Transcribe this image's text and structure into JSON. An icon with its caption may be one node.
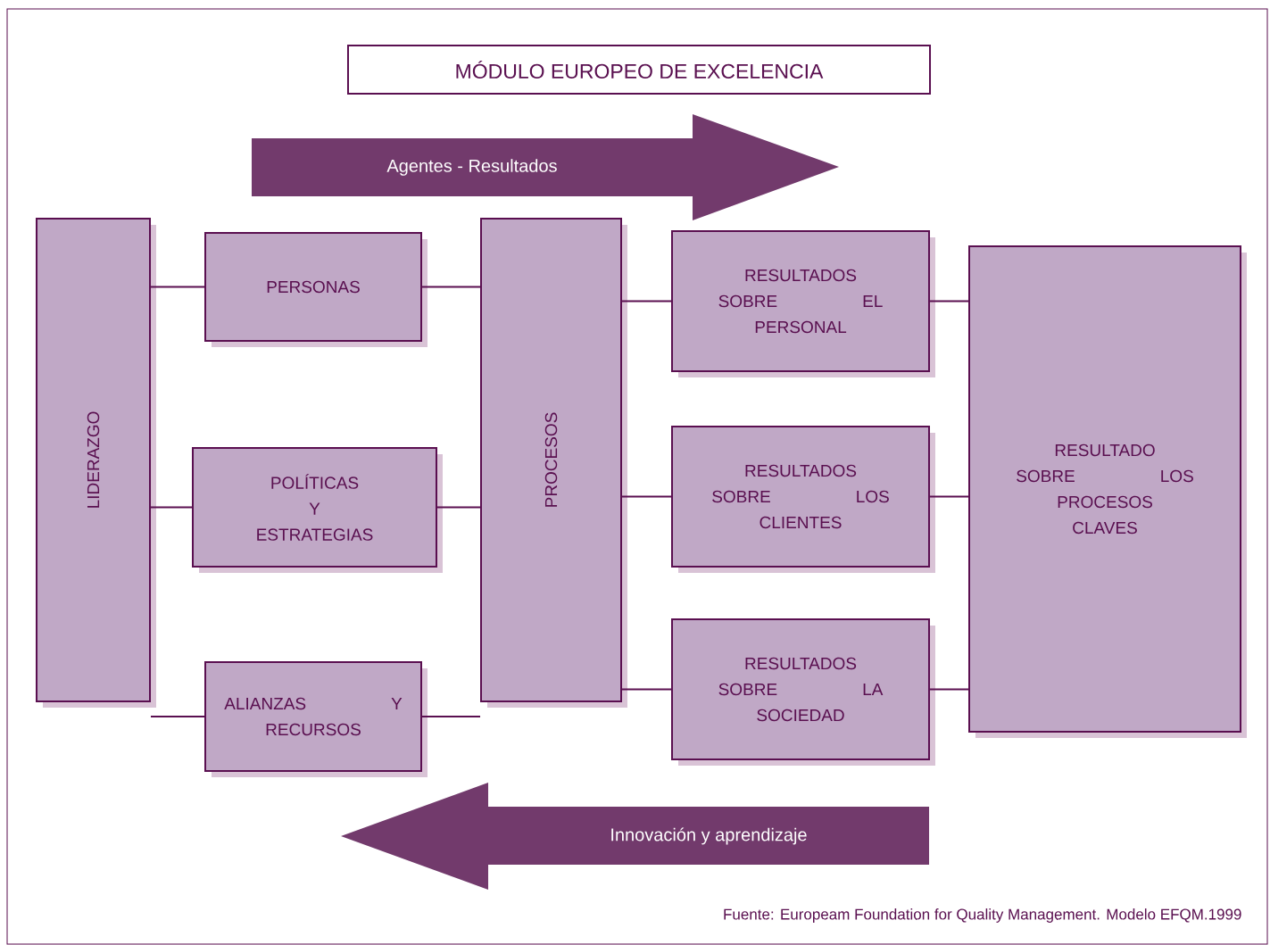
{
  "diagram": {
    "nodes": [
      {
        "text": [
          "MÓDULO EUROPEO DE EXCELENCIA"
        ]
      },
      {
        "text": [
          "Agentes - Resultados"
        ]
      },
      {
        "text": [
          "LIDERAZGO"
        ]
      },
      {
        "text": [
          "PERSONAS"
        ]
      },
      {
        "text": [
          "POLÍTICAS Y ESTRATEGIAS"
        ]
      },
      {
        "text": [
          "ALIANZAS Y RECURSOS"
        ]
      },
      {
        "text": [
          "PROCESOS"
        ]
      },
      {
        "text": [
          "RESULTADOS SOBRE EL PERSONAL"
        ]
      },
      {
        "text": [
          "RESULTADOS SOBRE LOS CLIENTES"
        ]
      },
      {
        "text": [
          "RESULTADOS SOBRE LA SOCIEDAD"
        ]
      },
      {
        "text": [
          "RESULTADO SOBRE LOS PROCESOS CLAVES"
        ]
      },
      {
        "text": [
          "Innovación y aprendizaje"
        ]
      }
    ],
    "edges": [
      {
        "from": 2,
        "to": 3,
        "arrow": "none"
      },
      {
        "from": 2,
        "to": 4,
        "arrow": "none"
      },
      {
        "from": 2,
        "to": 5,
        "arrow": "none"
      },
      {
        "from": 3,
        "to": 6,
        "arrow": "none"
      },
      {
        "from": 4,
        "to": 6,
        "arrow": "none"
      },
      {
        "from": 5,
        "to": 6,
        "arrow": "none"
      },
      {
        "from": 6,
        "to": 7,
        "arrow": "none"
      },
      {
        "from": 6,
        "to": 8,
        "arrow": "none"
      },
      {
        "from": 6,
        "to": 9,
        "arrow": "none"
      },
      {
        "from": 7,
        "to": 10,
        "arrow": "none"
      },
      {
        "from": 8,
        "to": 10,
        "arrow": "none"
      },
      {
        "from": 9,
        "to": 10,
        "arrow": "none"
      }
    ],
    "labels": [
      "Fuente: Europeam Foundation for Quality Management. Modelo EFQM.1999"
    ]
  }
}
